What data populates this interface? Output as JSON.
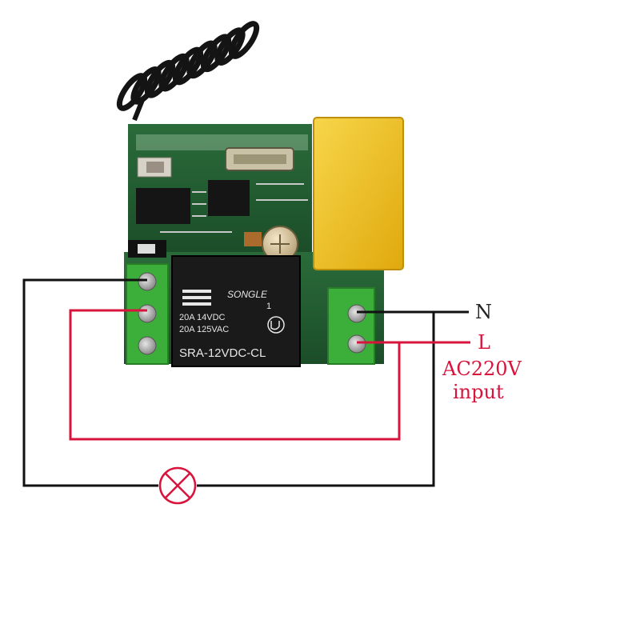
{
  "relay": {
    "brand": "SONGLE",
    "rating_dc": "20A 14VDC",
    "rating_ac": "20A 125VAC",
    "model": "SRA-12VDC-CL",
    "pin_marker": "1"
  },
  "labels": {
    "neutral": "N",
    "live": "L",
    "voltage": "AC220V",
    "input": "input"
  },
  "colors": {
    "neutral_wire": "#111111",
    "live_wire": "#d8143c",
    "label_text": "#d8143c",
    "neutral_label": "#222222",
    "lamp": "#d8143c",
    "pcb": "#1f5a2e",
    "terminal_block": "#3cae3a",
    "relay_body": "#1a1a1a",
    "capacitor": "#f2c21a",
    "antenna": "#141414"
  },
  "icons": {
    "lamp": "lamp-icon",
    "antenna": "antenna-coil-icon"
  }
}
